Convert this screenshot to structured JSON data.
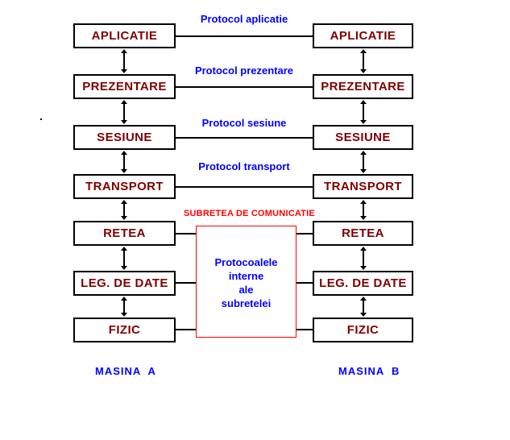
{
  "diagram": {
    "layers": [
      "APLICATIE",
      "PREZENTARE",
      "SESIUNE",
      "TRANSPORT",
      "RETEA",
      "LEG. DE DATE",
      "FIZIC"
    ],
    "protocols": [
      "Protocol aplicatie",
      "Protocol prezentare",
      "Protocol sesiune",
      "Protocol transport"
    ],
    "subnet": {
      "title": "SUBRETEA DE COMUNICATIE",
      "lines": [
        "Protocoalele",
        "interne",
        "ale",
        "subretelei"
      ]
    },
    "machines": {
      "a": "MASINA  A",
      "b": "MASINA  B"
    },
    "colors": {
      "layer_text": "#7F0000",
      "box_border": "#000000",
      "protocol_text": "#0000FF",
      "subnet_title": "#FF0000",
      "subnet_border": "#FF0000",
      "subnet_text": "#0000FF",
      "machine_text": "#0000FF",
      "connector": "#000000"
    }
  }
}
